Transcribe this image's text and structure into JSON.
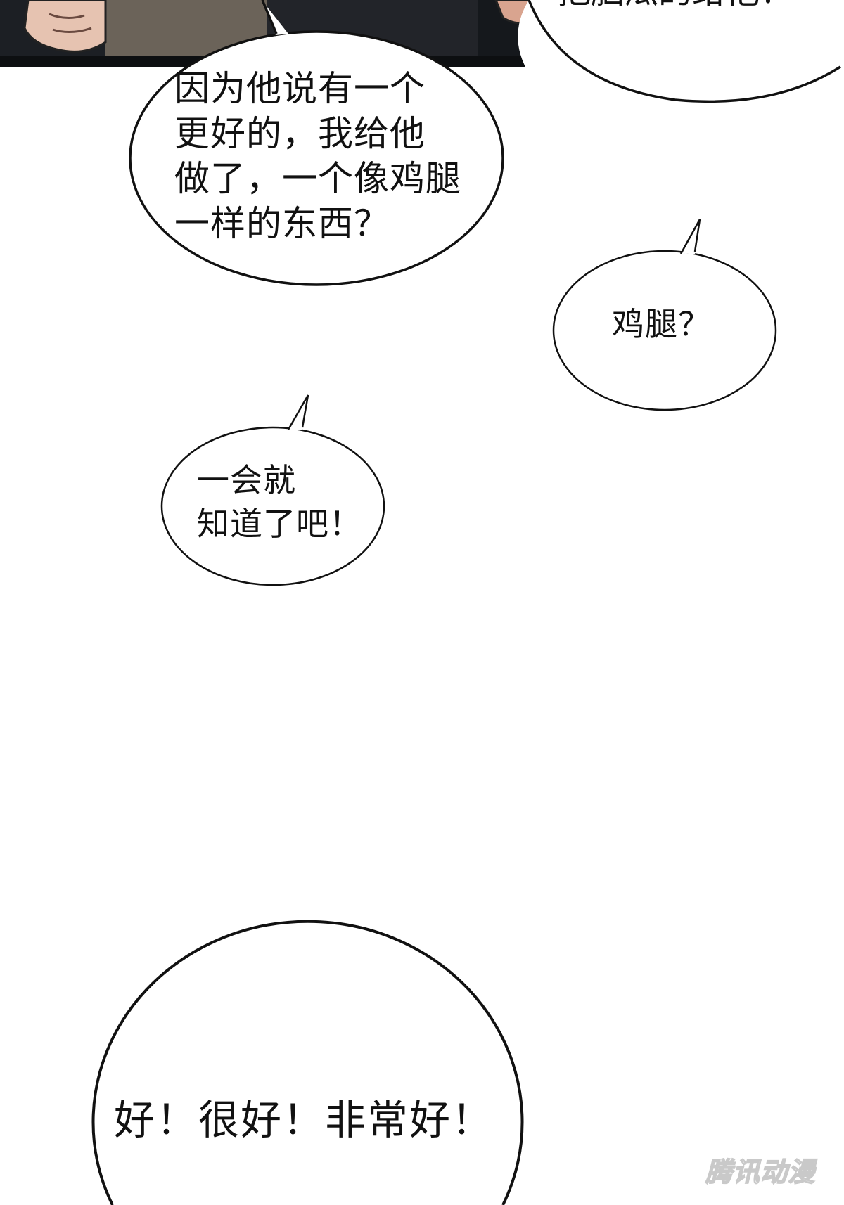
{
  "colors": {
    "background": "#ffffff",
    "bubble_stroke": "#111111",
    "text": "#111111",
    "top_panel_dark": "#2a2d33",
    "skin_tone": "#e6c3b1"
  },
  "top_panel": {
    "cut_off_text": "把脑瓜的给他！"
  },
  "bubbles": {
    "bubble1": {
      "lines": [
        "因为他说有一个",
        "更好的，我给他",
        "做了，一个像鸡腿",
        "一样的东西？"
      ]
    },
    "bubble2": {
      "lines": [
        "鸡腿？"
      ]
    },
    "bubble3": {
      "lines": [
        "一会就",
        "知道了吧！"
      ]
    },
    "bubble4": {
      "lines": [
        "好！很好！非常好！"
      ]
    }
  },
  "watermark": {
    "text": "腾讯动漫"
  }
}
